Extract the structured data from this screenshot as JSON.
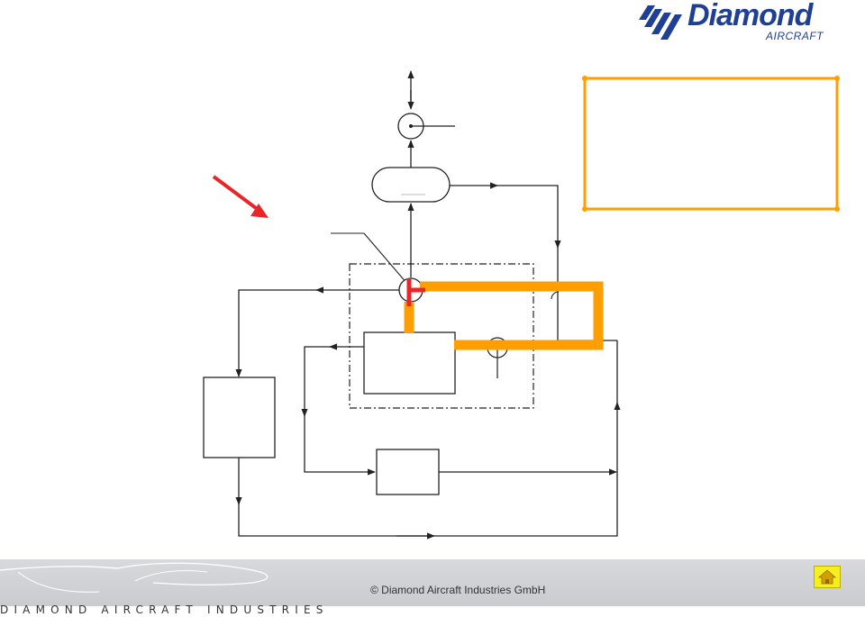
{
  "header": {
    "logo_word": "Diamond",
    "logo_sub": "AIRCRAFT",
    "logo_icon": "diamond-wing-logo"
  },
  "footer": {
    "copyright": "© Diamond Aircraft Industries GmbH",
    "brand": "DIAMOND AIRCRAFT INDUSTRIES",
    "home_icon": "home-icon"
  },
  "colors": {
    "highlight": "#ff9e00",
    "pointer": "#e8262a",
    "line": "#222222",
    "logo": "#1f3f94",
    "home_button": "#f7ef1d"
  }
}
